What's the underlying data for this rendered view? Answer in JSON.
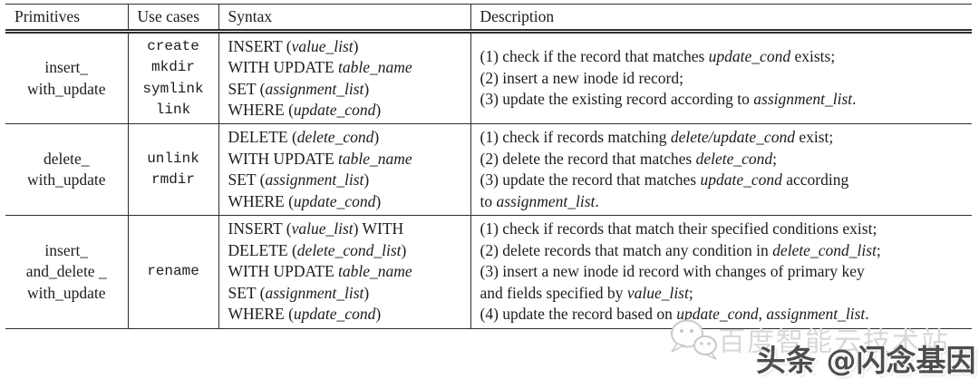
{
  "colors": {
    "background": "#ffffff",
    "text": "#1c1c1c",
    "border": "#2e2e2e",
    "watermark_brand": "#d8d8d8",
    "watermark_handle": "#4d4d4d"
  },
  "table": {
    "headers": [
      "Primitives",
      "Use cases",
      "Syntax",
      "Description"
    ],
    "rows": [
      {
        "primitive_lines": [
          "insert_",
          "with_update"
        ],
        "use_cases": [
          "create",
          "mkdir",
          "symlink",
          "link"
        ],
        "syntax_lines": [
          "INSERT (*value_list*)",
          "WITH UPDATE *table_name*",
          "SET (*assignment_list*)",
          "WHERE (*update_cond*)"
        ],
        "description_lines": [
          "(1) check if the record that matches *update_cond* exists;",
          "(2) insert a new inode id record;",
          "(3) update the existing record according to *assignment_list*."
        ]
      },
      {
        "primitive_lines": [
          "delete_",
          "with_update"
        ],
        "use_cases": [
          "unlink",
          "rmdir"
        ],
        "syntax_lines": [
          "DELETE (*delete_cond*)",
          "WITH UPDATE *table_name*",
          "SET (*assignment_list*)",
          "WHERE (*update_cond*)"
        ],
        "description_lines": [
          "(1) check if records matching *delete/update_cond* exist;",
          "(2) delete the record that matches *delete_cond*;",
          "(3) update the record that matches *update_cond* according",
          "to *assignment_list*."
        ]
      },
      {
        "primitive_lines": [
          "insert_",
          "and_delete _",
          "with_update"
        ],
        "use_cases": [
          "rename"
        ],
        "syntax_lines": [
          "INSERT (*value_list*) WITH",
          "DELETE (*delete_cond_list*)",
          "WITH UPDATE *table_name*",
          "SET (*assignment_list*)",
          "WHERE (*update_cond*)"
        ],
        "description_lines": [
          "(1) check if records that match their specified conditions exist;",
          "(2) delete records that match any condition in *delete_cond_list*;",
          "(3) insert a new inode id record with changes of primary key",
          "and fields specified by *value_list*;",
          "(4) update the record based on *update_cond*, *assignment_list*."
        ]
      }
    ]
  },
  "watermark": {
    "icon": "wechat-icon",
    "brand_text": "百度智能云技术站",
    "handle_text": "头条 @闪念基因"
  }
}
